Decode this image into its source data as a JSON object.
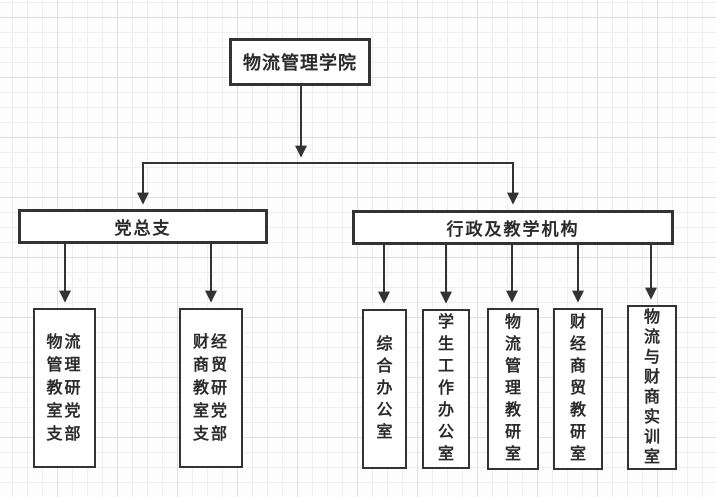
{
  "diagram": {
    "type": "org-chart",
    "root": {
      "label": "物流管理学院"
    },
    "branches": [
      {
        "label": "党总支"
      },
      {
        "label": "行政及教学机构"
      }
    ],
    "party_children": [
      {
        "label": "物流管理教研室党支部",
        "lines": [
          "物流",
          "管理",
          "教研",
          "室党",
          "支部"
        ]
      },
      {
        "label": "财经商贸教研室党支部",
        "lines": [
          "财经",
          "商贸",
          "教研",
          "室党",
          "支部"
        ]
      }
    ],
    "admin_children": [
      {
        "label": "综合办公室",
        "lines": [
          "综",
          "合",
          "办",
          "公",
          "室"
        ]
      },
      {
        "label": "学生工作办公室",
        "lines": [
          "学",
          "生",
          "工",
          "作",
          "办",
          "公",
          "室"
        ]
      },
      {
        "label": "物流管理教研室",
        "lines": [
          "物",
          "流",
          "管",
          "理",
          "教",
          "研",
          "室"
        ]
      },
      {
        "label": "财经商贸教研室",
        "lines": [
          "财",
          "经",
          "商",
          "贸",
          "教",
          "研",
          "室"
        ]
      },
      {
        "label": "物流与财商实训室",
        "lines": [
          "物",
          "流",
          "与",
          "财",
          "商",
          "实",
          "训",
          "室"
        ]
      }
    ]
  },
  "colors": {
    "line": "#333333",
    "text": "#2b2b2b",
    "node_bg": "#ffffff",
    "grid_minor": "#efefef",
    "grid_major": "#dfdfdf",
    "canvas_bg": "#fdfdfd"
  }
}
